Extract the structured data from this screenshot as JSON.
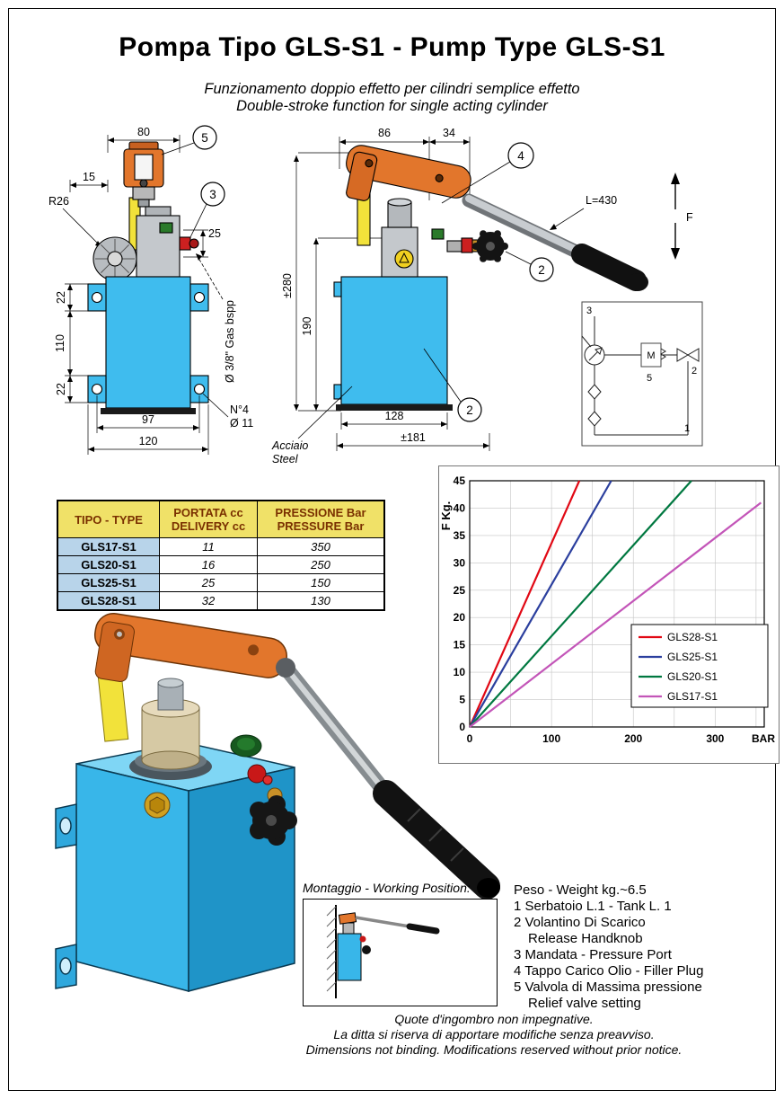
{
  "header": {
    "title": "Pompa Tipo GLS-S1  -  Pump Type GLS-S1",
    "subtitle_it": "Funzionamento doppio effetto per cilindri semplice effetto",
    "subtitle_en": "Double-stroke function for single acting cylinder"
  },
  "drawings": {
    "front": {
      "dim_80": "80",
      "dim_15": "15",
      "r26": "R26",
      "dim_25": "25",
      "dim_22a": "22",
      "dim_110": "110",
      "dim_22b": "22",
      "dim_97": "97",
      "dim_120": "120",
      "port_label": "Ø 3/8\" Gas bspp",
      "holes_line1": "N°4",
      "holes_line2": "Ø 11",
      "callout_5": "5",
      "callout_3": "3"
    },
    "side": {
      "dim_86": "86",
      "dim_34": "34",
      "dim_280": "±280",
      "dim_190": "190",
      "dim_128": "128",
      "dim_181": "±181",
      "lever_length": "L=430",
      "force": "F",
      "material_line1": "Acciaio",
      "material_line2": "Steel",
      "callout_4": "4",
      "callout_2a": "2",
      "callout_2b": "2"
    },
    "schematic": {
      "n3": "3",
      "n2": "2",
      "n5": "5",
      "n1": "1",
      "m": "M"
    }
  },
  "table": {
    "header": {
      "col1": "TIPO - TYPE",
      "col2_line1": "PORTATA cc",
      "col2_line2": "DELIVERY cc",
      "col3_line1": "PRESSIONE Bar",
      "col3_line2": "PRESSURE Bar"
    },
    "rows": [
      {
        "type": "GLS17-S1",
        "delivery": "11",
        "pressure": "350"
      },
      {
        "type": "GLS20-S1",
        "delivery": "16",
        "pressure": "250"
      },
      {
        "type": "GLS25-S1",
        "delivery": "25",
        "pressure": "150"
      },
      {
        "type": "GLS28-S1",
        "delivery": "32",
        "pressure": "130"
      }
    ]
  },
  "chart_data": {
    "type": "line",
    "title": "",
    "xlabel": "BAR",
    "ylabel": "F Kg.",
    "xlim": [
      0,
      360
    ],
    "ylim": [
      0,
      45
    ],
    "xticks": [
      0,
      100,
      200,
      300
    ],
    "yticks": [
      0,
      5,
      10,
      15,
      20,
      25,
      30,
      35,
      40,
      45
    ],
    "grid": {
      "x_step": 50,
      "y_step": 5
    },
    "legend_position": "lower right",
    "series": [
      {
        "name": "GLS28-S1",
        "color": "#e10814",
        "points": [
          [
            0,
            0
          ],
          [
            134,
            45
          ]
        ]
      },
      {
        "name": "GLS25-S1",
        "color": "#2b3f9e",
        "points": [
          [
            0,
            0
          ],
          [
            173,
            45
          ]
        ]
      },
      {
        "name": "GLS20-S1",
        "color": "#007840",
        "points": [
          [
            0,
            0
          ],
          [
            271,
            45
          ]
        ]
      },
      {
        "name": "GLS17-S1",
        "color": "#c355b8",
        "points": [
          [
            0,
            0
          ],
          [
            356,
            41
          ]
        ]
      }
    ]
  },
  "working_position": {
    "label": "Montaggio - Working Position:"
  },
  "notes": {
    "weight": "Peso - Weight kg.~6.5",
    "items": [
      "1 Serbatoio L.1 - Tank L. 1",
      "2 Volantino Di Scarico",
      "Release Handknob",
      "3 Mandata - Pressure Port",
      "4 Tappo Carico Olio - Filler Plug",
      "5 Valvola di Massima pressione",
      "Relief valve setting"
    ]
  },
  "footer": {
    "line1": "Quote d'ingombro non impegnative.",
    "line2": "La ditta si riserva di apportare modifiche senza preavviso.",
    "line3": "Dimensions not binding. Modifications reserved without prior notice."
  }
}
